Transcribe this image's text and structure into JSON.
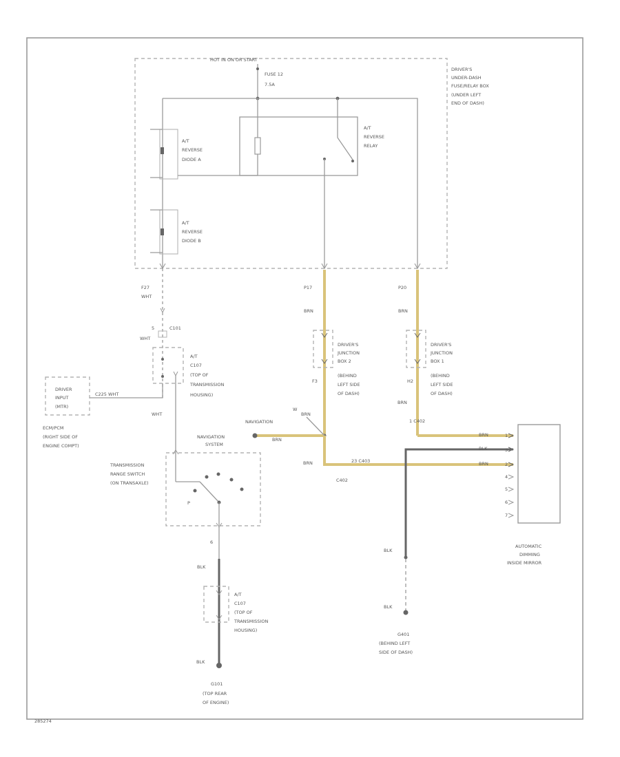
{
  "fuse_box": {
    "header": "HOT IN ON OR START",
    "fuse_name": "FUSE 12",
    "fuse_rating": "7.5A",
    "location": [
      "DRIVER'S",
      "UNDER-DASH",
      "FUSE/RELAY BOX",
      "(UNDER LEFT",
      "END OF DASH)"
    ],
    "diode_a": [
      "A/T",
      "REVERSE",
      "DIODE A"
    ],
    "diode_b": [
      "A/T",
      "REVERSE",
      "DIODE B"
    ],
    "relay": [
      "A/T",
      "REVERSE",
      "RELAY"
    ]
  },
  "left_circuit": {
    "pin": "F27",
    "wire1": "WHT",
    "conn_c101": "C101",
    "wire2": "WHT",
    "conn_at_label": "A/T",
    "conn_at_code": "C107",
    "conn_at_loc": [
      "(TOP OF",
      "TRANSMISSION",
      "HOUSING)"
    ],
    "driver_input": [
      "DRIVER",
      "INPUT",
      "(MTR)"
    ],
    "c225_wire": "C225  WHT",
    "ecm_loc": [
      "ECM/PCM",
      "(RIGHT SIDE OF",
      "ENGINE COMPT)"
    ],
    "wire3": "WHT"
  },
  "trans_switch": {
    "label": [
      "TRANSMISSION",
      "RANGE SWITCH",
      "(ON TRANSAXLE)"
    ],
    "p_label": "P",
    "pin": "6",
    "nav_label": [
      "NAVIGATION",
      "SYSTEM"
    ],
    "wire_blk": "BLK",
    "conn_label": "A/T",
    "conn_code": "C107",
    "conn_loc": [
      "(TOP OF",
      "TRANSMISSION",
      "HOUSING)"
    ],
    "ground_wire": "BLK",
    "ground_code": "G101",
    "ground_loc": [
      "(TOP REAR",
      "OF ENGINE)"
    ]
  },
  "center_circuit": {
    "pin": "P17",
    "wire1": "BRN",
    "junction": [
      "DRIVER'S",
      "JUNCTION",
      "BOX 2",
      "(BEHIND",
      "LEFT SIDE",
      "OF DASH)"
    ],
    "pin2": "F3",
    "splice": "W",
    "nav_label": "NAVIGATION",
    "wire_nav1": "BRN",
    "wire_nav2": "BRN",
    "wire_brn": "BRN",
    "wire_c403": "23  C403",
    "conn_c402": "C402"
  },
  "right_circuit": {
    "pin": "P20",
    "wire1": "BRN",
    "junction": [
      "DRIVER'S",
      "JUNCTION",
      "BOX 1",
      "(BEHIND",
      "LEFT SIDE",
      "OF DASH)"
    ],
    "pin2": "H2",
    "wire2": "BRN",
    "conn": "1  C402"
  },
  "mirror": {
    "wires": [
      "BRN",
      "BLK",
      "BRN"
    ],
    "pins": [
      "1",
      "3",
      "2",
      "4",
      "5",
      "6",
      "7"
    ],
    "label": [
      "AUTOMATIC",
      "DIMMING",
      "INSIDE MIRROR"
    ],
    "wire_blk1": "BLK",
    "wire_blk2": "BLK",
    "ground_code": "G401",
    "ground_loc": [
      "(BEHIND LEFT",
      "SIDE OF DASH)"
    ]
  },
  "footer_code": "285274"
}
